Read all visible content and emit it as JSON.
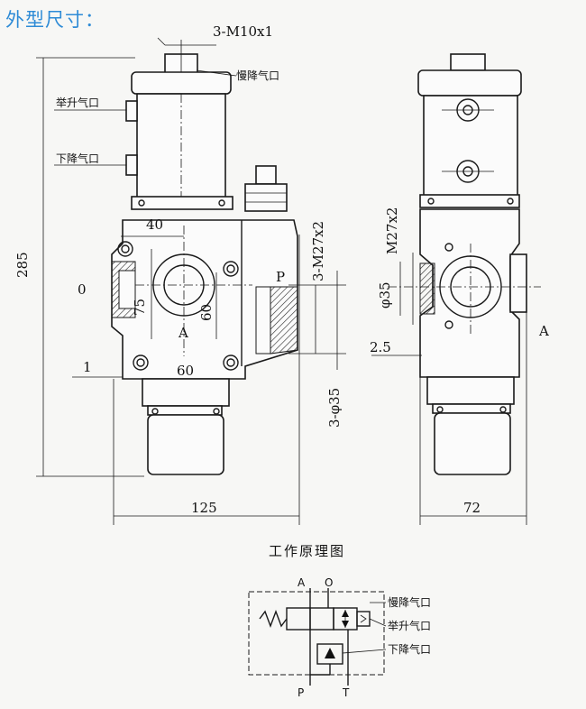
{
  "heading": "外型尺寸：",
  "dims": {
    "thread_top": "3-M10x1",
    "height": "285",
    "d40": "40",
    "d75": "75",
    "d60v": "60",
    "d60h": "60",
    "d1": "1",
    "d0": "0",
    "width_front": "125",
    "width_side": "72",
    "port_thread": "3-M27x2",
    "port_dia": "3-φ35",
    "side_thread": "M27x2",
    "side_dia": "φ35",
    "d25": "2.5"
  },
  "ports": {
    "a": "A",
    "p": "P",
    "o": "O"
  },
  "labels": {
    "slow_down": "慢降气口",
    "lift": "举升气口",
    "down": "下降气口"
  },
  "schematic": {
    "title": "工作原理图",
    "a": "A",
    "o": "O",
    "p": "P",
    "t": "T",
    "slow_down": "慢降气口",
    "lift": "举升气口",
    "down": "下降气口"
  }
}
